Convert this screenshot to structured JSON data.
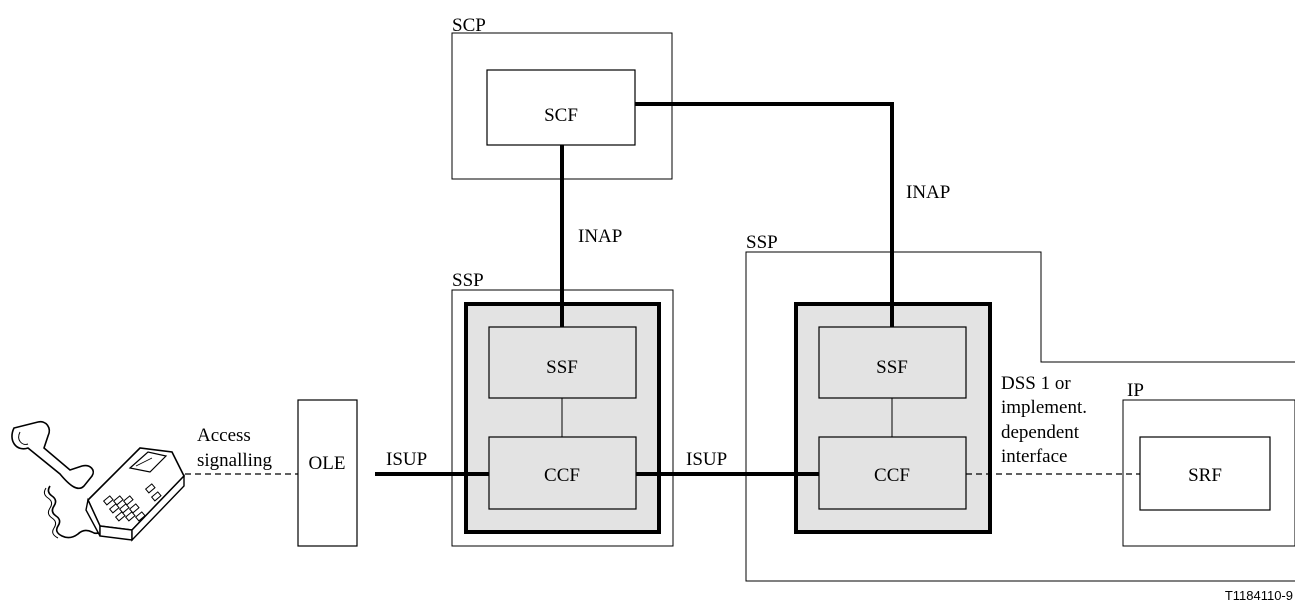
{
  "nodes": {
    "scp": "SCP",
    "scf": "SCF",
    "ssp_left": "SSP",
    "ssf_left": "SSF",
    "ccf_left": "CCF",
    "ssp_right": "SSP",
    "ssf_right": "SSF",
    "ccf_right": "CCF",
    "ole": "OLE",
    "ip": "IP",
    "srf": "SRF"
  },
  "links": {
    "inap_left": "INAP",
    "inap_right": "INAP",
    "isup_left": "ISUP",
    "isup_right": "ISUP",
    "access_line1": "Access",
    "access_line2": "signalling",
    "dss_line1": "DSS 1 or",
    "dss_line2": "implement.",
    "dss_line3": "dependent",
    "dss_line4": "interface"
  },
  "figure_id": "T1184110-9"
}
